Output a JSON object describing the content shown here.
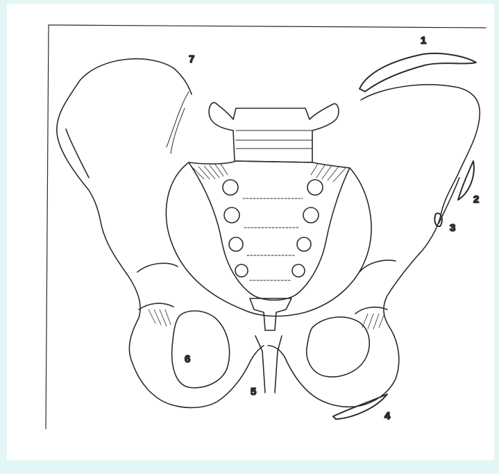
{
  "figure": {
    "labels": {
      "l1": "1",
      "l2": "2",
      "l3": "3",
      "l4": "4",
      "l5": "5",
      "l6": "6",
      "l7": "7"
    },
    "colors": {
      "background": "#e3f5f4",
      "paper": "#ffffff",
      "ink": "#2a2a2a",
      "fracture_fragment": "#555555"
    }
  }
}
